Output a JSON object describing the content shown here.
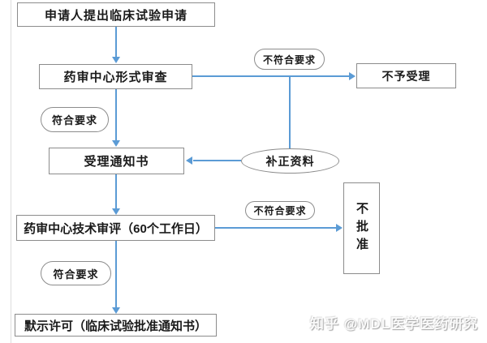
{
  "nodes": {
    "applicant_submit": "申请人提出临床试验申请",
    "formal_review": "药审中心形式审查",
    "not_accepted": "不予受理",
    "acceptance_notice": "受理通知书",
    "supplementary_materials": "补正资料",
    "technical_review": "药审中心技术审评（60个工作日）",
    "not_approved": "不批准",
    "implied_license": "默示许可（临床试验批准通知书）"
  },
  "edge_labels": {
    "formal_fail": "不符合要求",
    "formal_pass": "符合要求",
    "technical_fail": "不符合要求",
    "technical_pass": "符合要求"
  },
  "watermark": "知乎 @MDL医学医药研究",
  "colors": {
    "arrow": "#5b9bd5",
    "node_border": "#8c8c8c",
    "text": "#1a1a1a"
  }
}
